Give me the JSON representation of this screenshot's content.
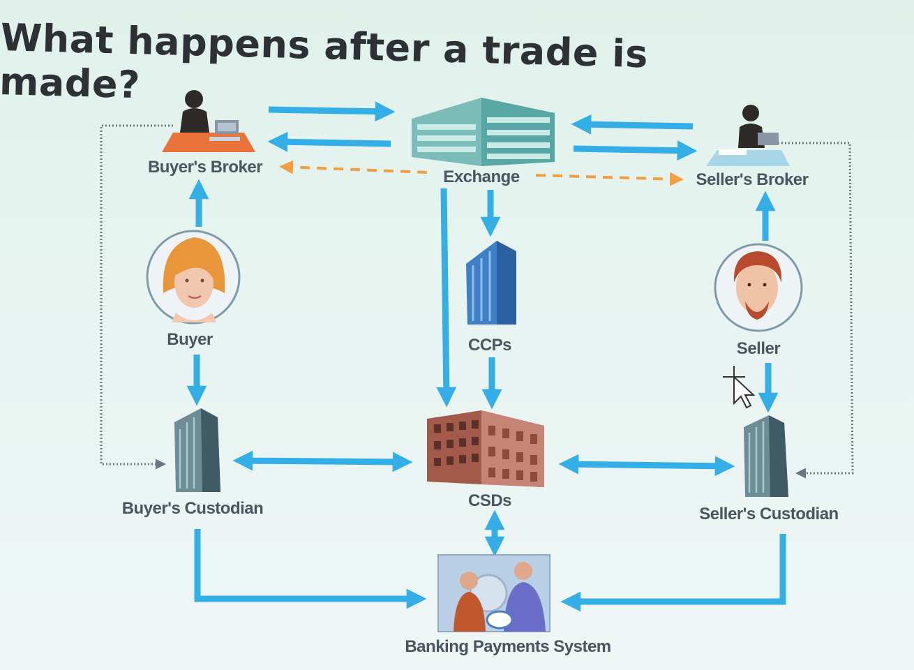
{
  "slide": {
    "title": "What happens after a trade is made?"
  },
  "nodes": {
    "buyers_broker": "Buyer's Broker",
    "exchange": "Exchange",
    "sellers_broker": "Seller's Broker",
    "buyer": "Buyer",
    "ccps": "CCPs",
    "seller": "Seller",
    "buyers_custodian": "Buyer's Custodian",
    "csds": "CSDs",
    "sellers_custodian": "Seller's Custodian",
    "banking_payments_system": "Banking Payments System"
  },
  "colors": {
    "flow_arrow": "#33aee6",
    "info_arrow": "#f0a040",
    "dotted_line": "#6b7480",
    "label_text": "#4a5560"
  },
  "icons": [
    "broker-desk-icon",
    "exchange-building-icon",
    "buyer-avatar-icon",
    "seller-avatar-icon",
    "ccp-tower-icon",
    "custodian-tower-icon",
    "csd-building-icon",
    "banking-people-icon",
    "mouse-cursor-icon"
  ]
}
